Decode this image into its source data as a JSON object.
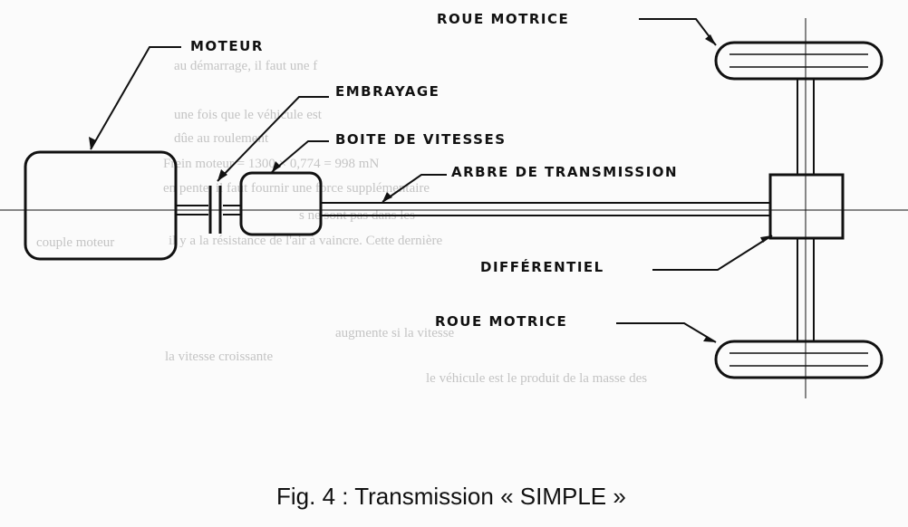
{
  "labels": {
    "wheel_top": "ROUE MOTRICE",
    "engine": "MOTEUR",
    "clutch": "EMBRAYAGE",
    "gearbox": "BOITE DE VITESSES",
    "shaft": "ARBRE DE TRANSMISSION",
    "differential": "DIFFÉRENTIEL",
    "wheel_bottom": "ROUE MOTRICE"
  },
  "caption": "Fig. 4 : Transmission « SIMPLE »",
  "background_text": [
    "au démarrage, il faut une f",
    "une fois que le véhicule est",
    "dûe au roulement",
    "Frein moteur = 1300 × 0,774 = 998 mN",
    "en pente, il faut fournir une force supplémentaire",
    "s ne sont pas dans les",
    "il y a la résistance de l'air à vaincre. Cette dernière",
    "augmente si la vitesse",
    "la vitesse croissante",
    "le véhicule est le produit de la masse des",
    "couple moteur"
  ],
  "colors": {
    "ink": "#111111",
    "bleed": "#c4c4c4",
    "paper": "#fbfbfb"
  }
}
